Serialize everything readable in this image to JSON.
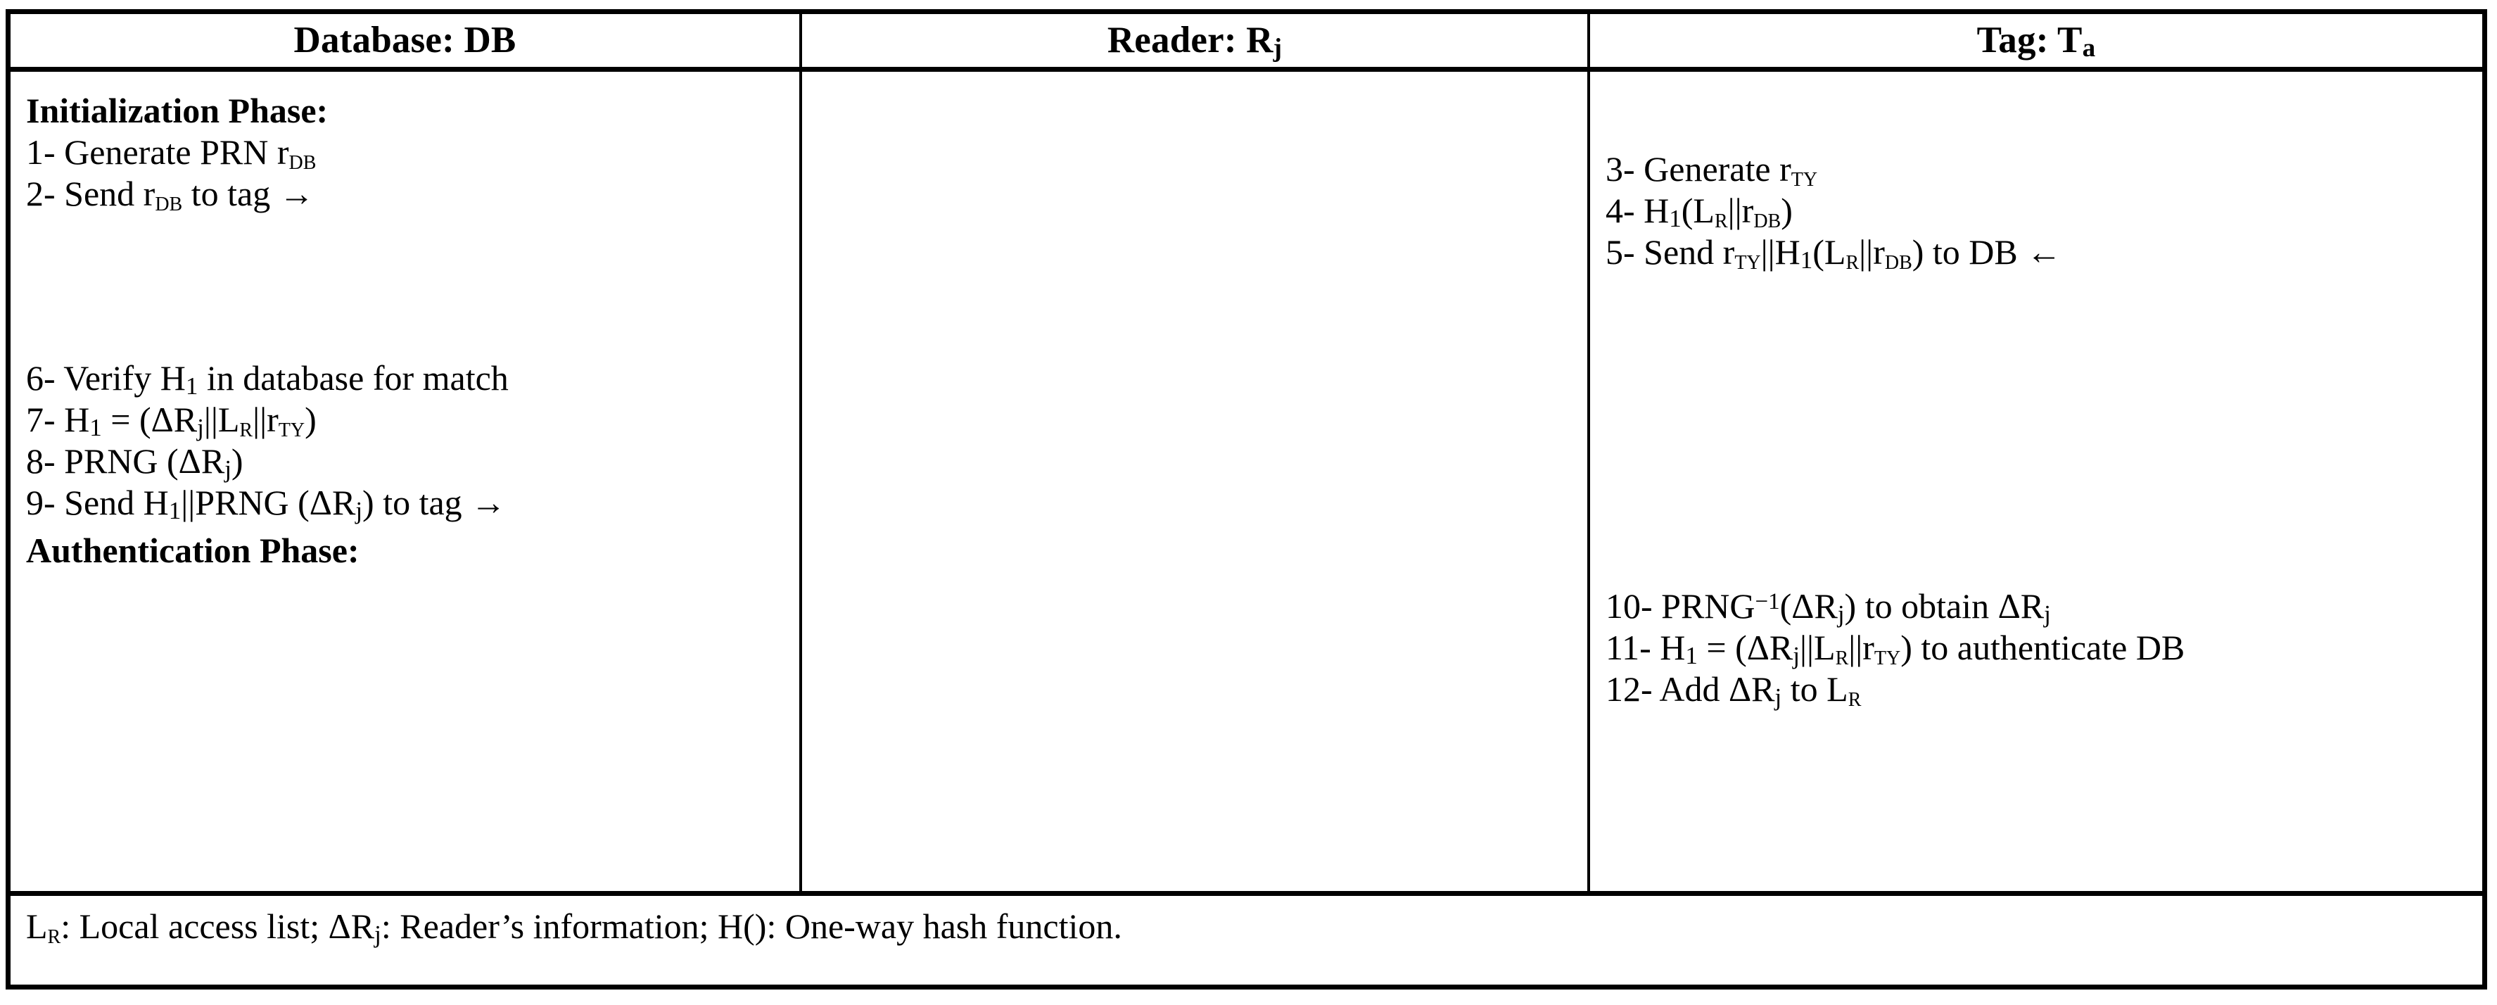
{
  "table": {
    "columns": [
      {
        "id": "database",
        "header": "Database: DB"
      },
      {
        "id": "reader",
        "header": "Reader: Rj"
      },
      {
        "id": "tag",
        "header": "Tag: Ta"
      }
    ],
    "database_column": {
      "init_phase_heading": "Initialization Phase:",
      "init_steps": [
        "1- Generate PRN rDB",
        "2- Send rDB to tag →"
      ],
      "middle_steps": [
        "6- Verify H1 in database for match",
        "7- H1 = (ΔRj||LR||rTy)",
        "8- PRNG (ΔRj)",
        "9- Send H1||PRNG (ΔRj) to tag →"
      ],
      "auth_phase_heading": "Authentication Phase:"
    },
    "reader_column": {
      "content": ""
    },
    "tag_column": {
      "init_steps": [
        "3- Generate rTy",
        "4- H1(LR||rDB)",
        "5- Send rTy||H1(LR||rDB) to DB ←"
      ],
      "auth_steps": [
        "10- PRNG⁻¹(ΔRj) to obtain ΔRj",
        "11- H1 = (ΔRj||LR||rTy) to authenticate DB",
        "12- Add ΔRj to LR"
      ]
    },
    "footer": {
      "legend": "LR: Local access list; ΔRj: Reader’s information; H(): One-way hash function."
    },
    "colors": {
      "border": "#000000",
      "text": "#000000",
      "background": "#ffffff"
    }
  }
}
